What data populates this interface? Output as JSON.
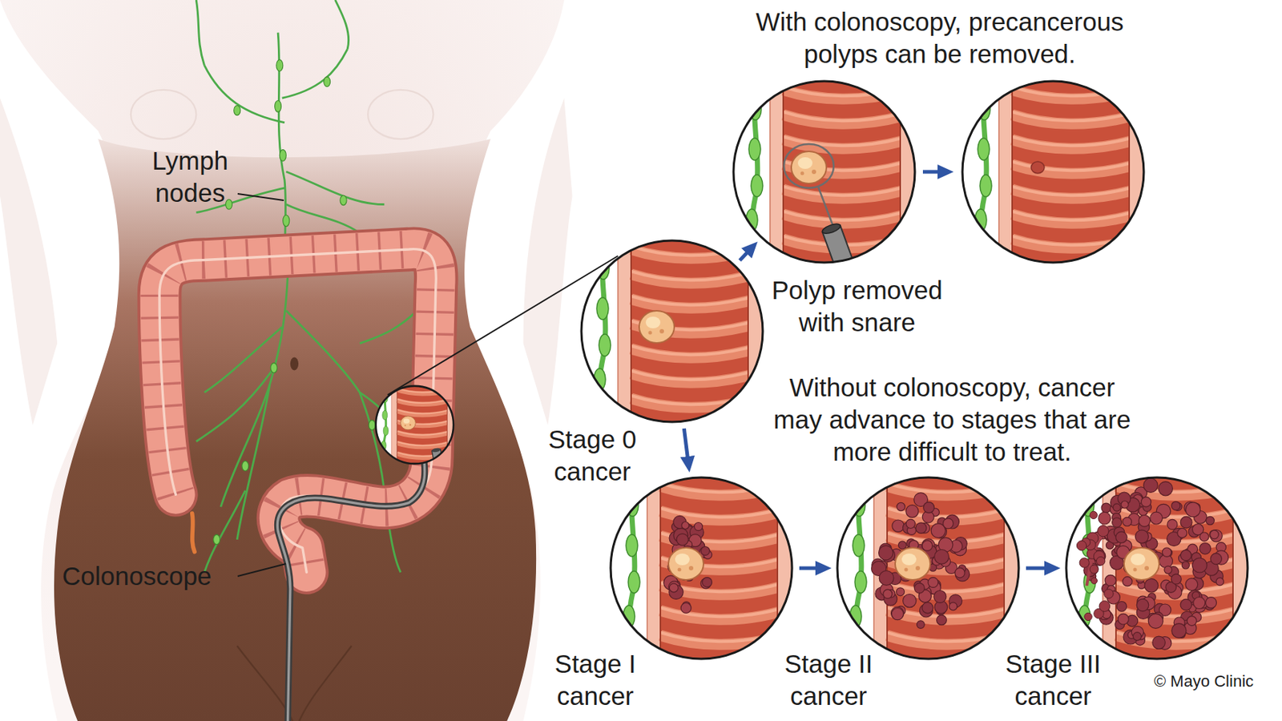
{
  "diagram": {
    "nodes": [
      {
        "text": [
          "Polyp removed with snare"
        ]
      },
      {
        "text": [
          "Stage 0 cancer"
        ]
      },
      {
        "text": [
          "Stage I cancer"
        ]
      },
      {
        "text": [
          "Stage II cancer"
        ]
      },
      {
        "text": [
          "Stage III cancer"
        ]
      }
    ],
    "edges": [
      {
        "from": 1,
        "to": 0,
        "arrow": "to"
      },
      {
        "from": 1,
        "to": 2,
        "arrow": "to"
      },
      {
        "from": 2,
        "to": 3,
        "arrow": "to"
      },
      {
        "from": 3,
        "to": 4,
        "arrow": "to"
      }
    ],
    "labels": [
      "With colonoscopy, precancerous polyps can be removed.",
      "Lymph nodes",
      "Without colonoscopy, cancer may advance to stages that are more difficult to treat.",
      "Colonoscope",
      "© Mayo Clinic"
    ]
  }
}
